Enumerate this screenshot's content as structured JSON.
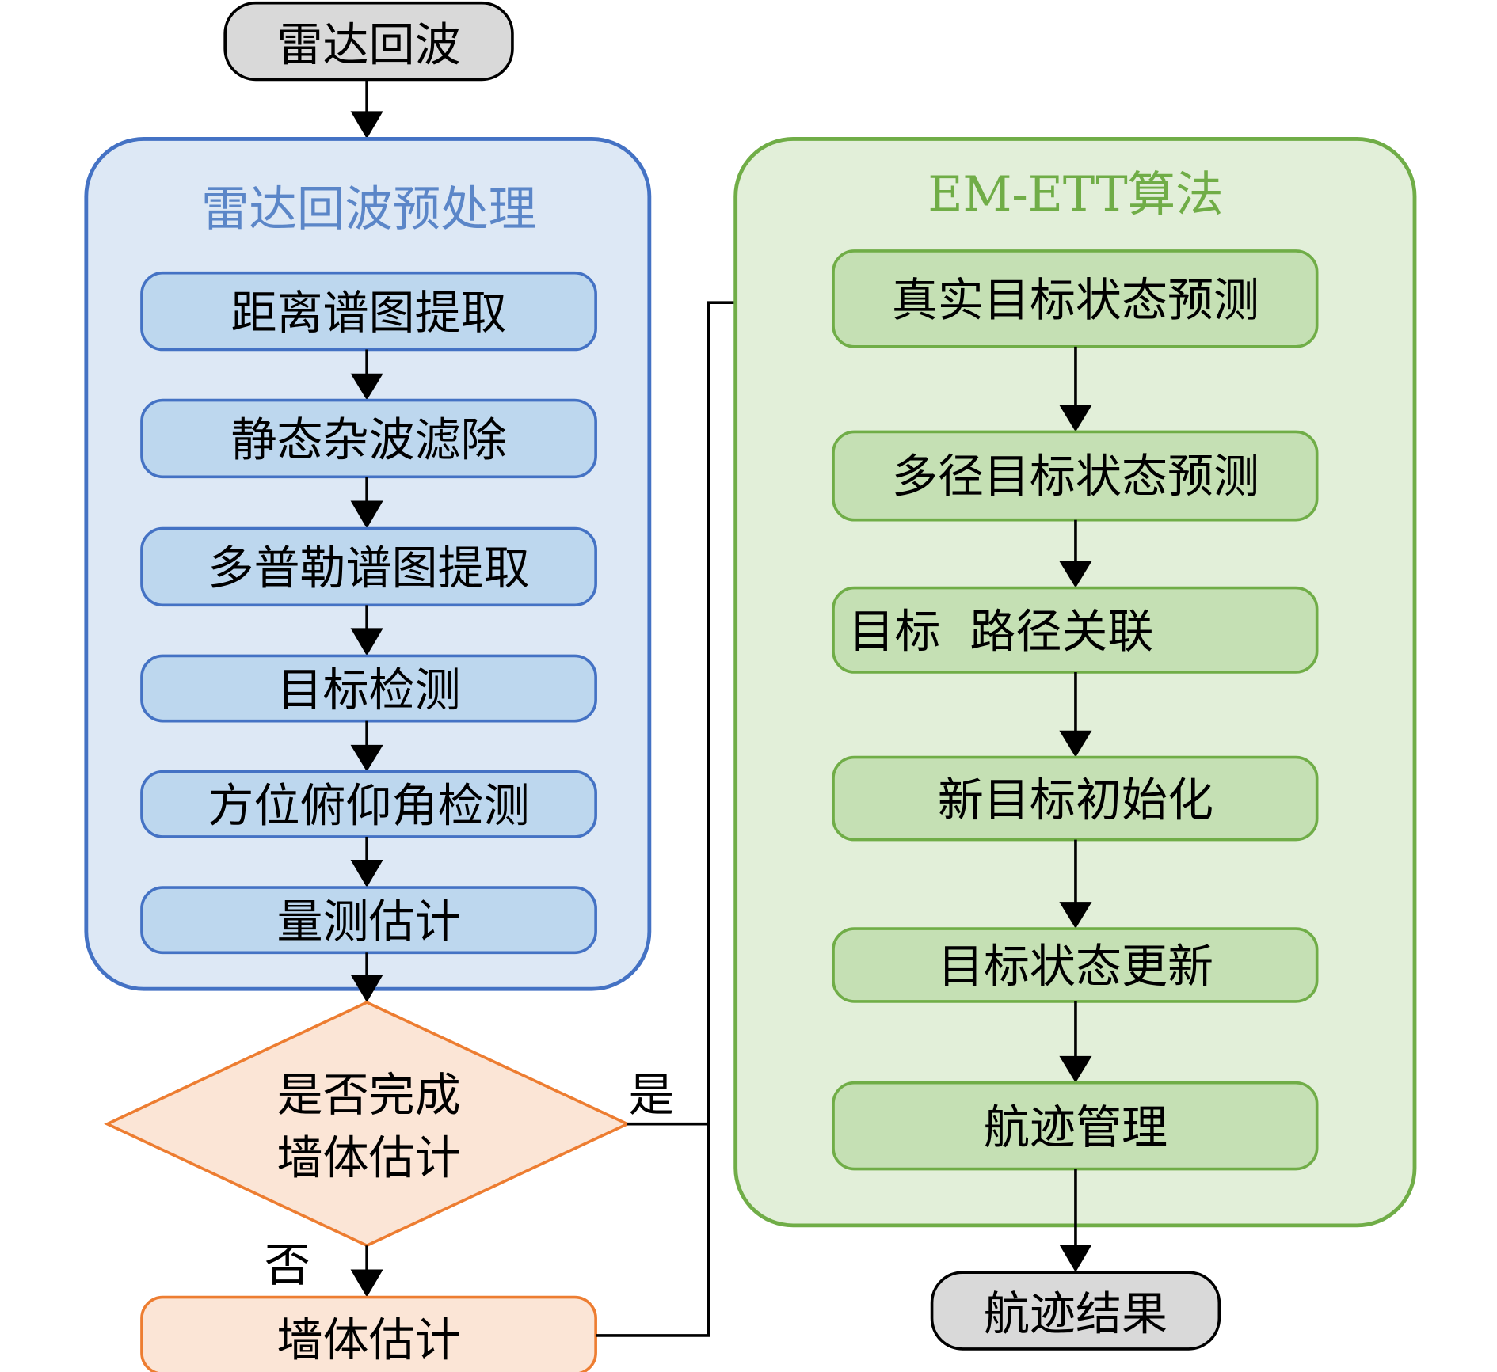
{
  "colors": {
    "gray_fill": "#d9d9d9",
    "blue_group_fill": "#dde8f5",
    "blue_group_stroke": "#4472c4",
    "blue_step_fill": "#bdd7ee",
    "green_group_fill": "#e2efd9",
    "green_group_stroke": "#70ad47",
    "green_step_fill": "#c5e0b4",
    "orange_fill": "#fbe5d6",
    "orange_stroke": "#ed7d31"
  },
  "start": {
    "label": "雷达回波"
  },
  "preprocess": {
    "title": "雷达回波预处理",
    "steps": [
      {
        "label": "距离谱图提取"
      },
      {
        "label": "静态杂波滤除"
      },
      {
        "label": "多普勒谱图提取"
      },
      {
        "label": "目标检测"
      },
      {
        "label": "方位俯仰角检测"
      },
      {
        "label": "量测估计"
      }
    ]
  },
  "decision": {
    "line1": "是否完成",
    "line2": "墙体估计",
    "yes": "是",
    "no": "否"
  },
  "wall": {
    "label": "墙体估计"
  },
  "algorithm": {
    "title": "EM-ETT算法",
    "steps": [
      {
        "label": "真实目标状态预测"
      },
      {
        "label": "多径目标状态预测"
      },
      {
        "label": "目标  路径关联"
      },
      {
        "label": "新目标初始化"
      },
      {
        "label": "目标状态更新"
      },
      {
        "label": "航迹管理"
      }
    ]
  },
  "end": {
    "label": "航迹结果"
  }
}
